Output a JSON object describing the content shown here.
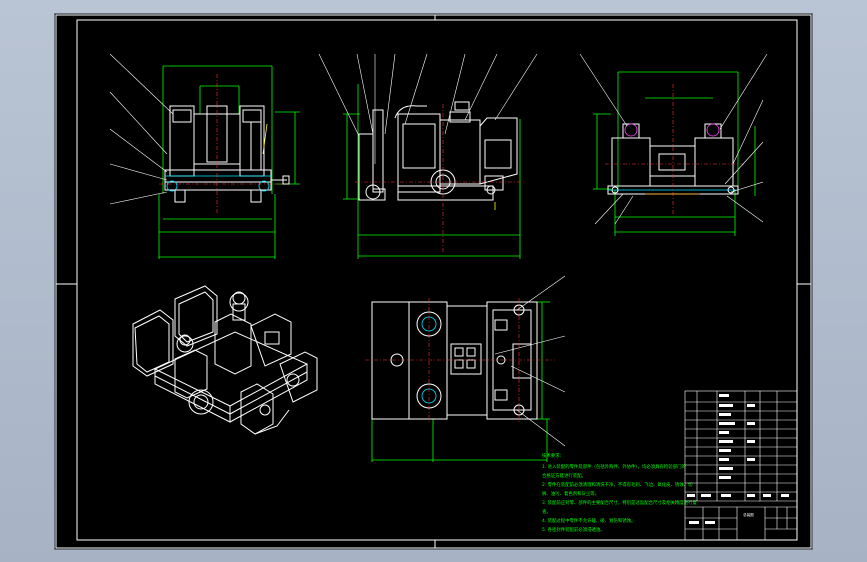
{
  "notes": {
    "title": "技术要求：",
    "lines": [
      "1. 进入装配的零件及部件（包括外购件、外协件），均必须具有检验部门的",
      "合格证方能进行装配。",
      "2. 零件在装配前必须清理和清洗干净，不得有毛刺、飞边、氧化皮、锈蚀、切",
      "屑、油污、着色剂和灰尘等。",
      "3. 装配前应对零、部件的主要配合尺寸，特别是过盈配合尺寸及相关精度进行复",
      "查。",
      "4. 装配过程中零件不允许磕、碰、划伤和锈蚀。",
      "5. 各密封件装配前必须浸透油。"
    ]
  },
  "title_block": {
    "drawing_name": "总装图",
    "rows": [
      [
        "",
        "",
        "",
        ""
      ],
      [
        "",
        "",
        "",
        ""
      ],
      [
        "",
        "",
        "",
        ""
      ],
      [
        "",
        "",
        "",
        ""
      ],
      [
        "",
        "",
        "",
        ""
      ],
      [
        "",
        "",
        "",
        ""
      ],
      [
        "",
        "",
        "",
        ""
      ],
      [
        "",
        "",
        "",
        ""
      ],
      [
        "",
        "",
        "",
        ""
      ],
      [
        "",
        "",
        "",
        ""
      ]
    ]
  },
  "colors": {
    "sheet": "#000000",
    "outline": "#ffffff",
    "dimension": "#00ff00",
    "centerline": "#ff3030",
    "background": "#b0bccd"
  }
}
